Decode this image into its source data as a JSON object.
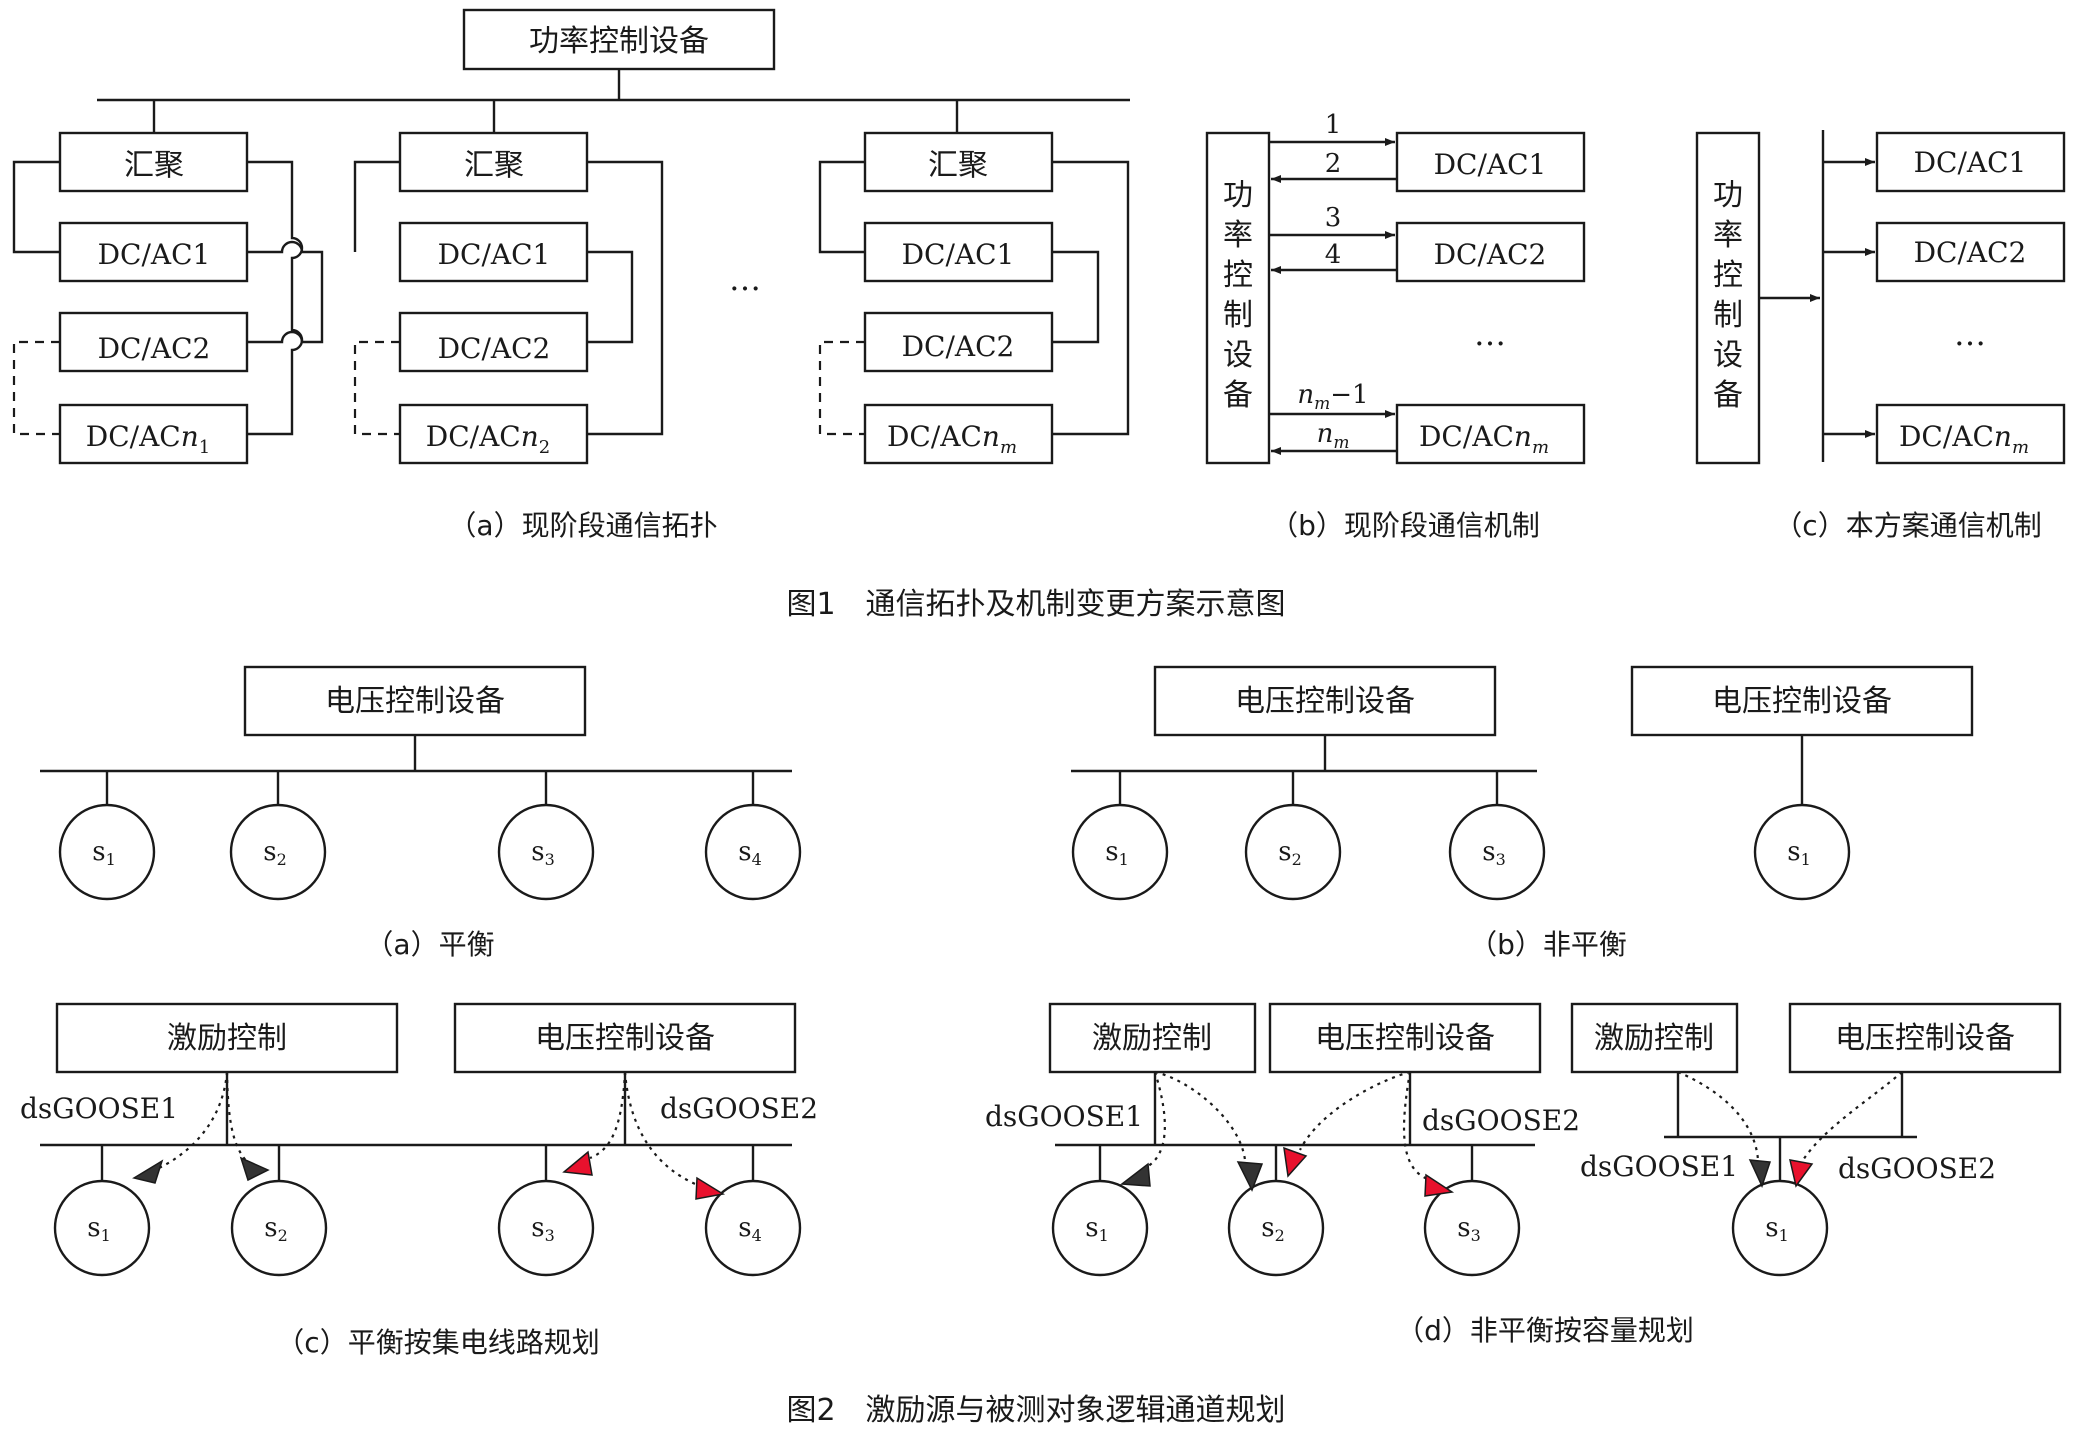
{
  "fig1": {
    "caption": "图1　通信拓扑及机制变更方案示意图",
    "a": {
      "top_box": "功率控制设备",
      "group_head": "汇聚",
      "dc1": "DC/AC1",
      "dc2": "DC/AC2",
      "dc_prefix": "DC/AC",
      "n_var": "n",
      "sub1": "1",
      "sub2": "2",
      "subm": "m",
      "ellipsis": "…",
      "caption": "（a）现阶段通信拓扑"
    },
    "b": {
      "side_box": [
        "功",
        "率",
        "控",
        "制",
        "设",
        "备"
      ],
      "dc1": "DC/AC1",
      "dc2": "DC/AC2",
      "dc_prefix": "DC/AC",
      "n_var": "n",
      "subm": "m",
      "labels": [
        "1",
        "2",
        "3",
        "4"
      ],
      "minus_one": "−1",
      "ellipsis": "…",
      "caption": "（b）现阶段通信机制"
    },
    "c": {
      "side_box": [
        "功",
        "率",
        "控",
        "制",
        "设",
        "备"
      ],
      "dc1": "DC/AC1",
      "dc2": "DC/AC2",
      "dc_prefix": "DC/AC",
      "n_var": "n",
      "subm": "m",
      "ellipsis": "…",
      "caption": "（c）本方案通信机制"
    }
  },
  "fig2": {
    "caption": "图2　激励源与被测对象逻辑通道规划",
    "a": {
      "box": "电压控制设备",
      "s": "s",
      "subs": [
        "1",
        "2",
        "3",
        "4"
      ],
      "caption": "（a）平衡"
    },
    "b": {
      "box": "电压控制设备",
      "box2": "电压控制设备",
      "s": "s",
      "subs": [
        "1",
        "2",
        "3"
      ],
      "sub_single": "1",
      "caption": "（b）非平衡"
    },
    "c": {
      "box_exc": "激励控制",
      "box_volt": "电压控制设备",
      "ds1": "dsGOOSE1",
      "ds2": "dsGOOSE2",
      "s": "s",
      "subs": [
        "1",
        "2",
        "3",
        "4"
      ],
      "caption": "（c）平衡按集电线路规划"
    },
    "d": {
      "box_exc": "激励控制",
      "box_volt": "电压控制设备",
      "box_exc2": "激励控制",
      "box_volt2": "电压控制设备",
      "ds1": "dsGOOSE1",
      "ds2": "dsGOOSE2",
      "ds1b": "dsGOOSE1",
      "ds2b": "dsGOOSE2",
      "s": "s",
      "subs": [
        "1",
        "2",
        "3"
      ],
      "sub_single": "1",
      "caption": "（d）非平衡按容量规划"
    }
  },
  "colors": {
    "ink": "#1a1a1a",
    "red_arrow": "#e8112d",
    "dark_arrow": "#333333"
  }
}
